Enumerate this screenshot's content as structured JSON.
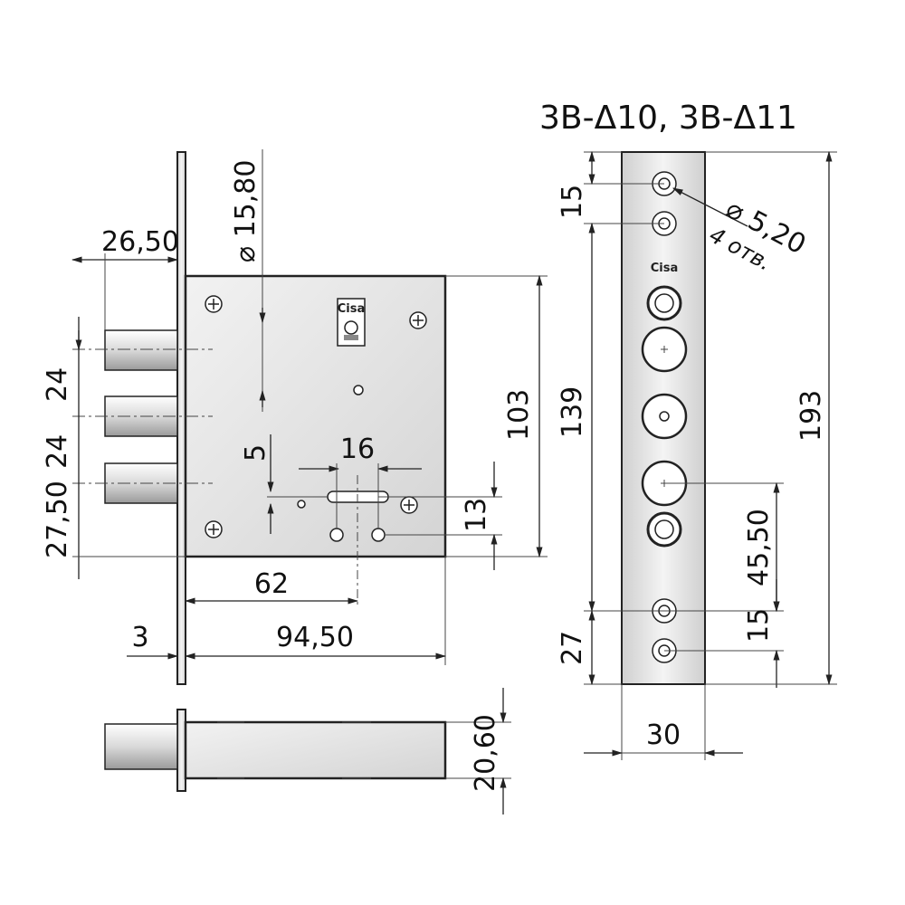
{
  "title": "3B-Δ10, 3B-Δ11",
  "note": "4 отв.",
  "brand": "Cisa",
  "dimensions": {
    "bolt_offset": "26,50",
    "cylinder_dia": "⌀ 15,80",
    "bolt_spacing_1": "24",
    "bolt_spacing_2": "24",
    "bottom_offset": "27,50",
    "latch_height": "5",
    "latch_width": "16",
    "body_height": "103",
    "hole_offset": "13",
    "backset": "62",
    "plate_thickness": "3",
    "body_width": "94,50",
    "body_depth": "20,60",
    "plate_hole_spacing_top": "15",
    "plate_hole_dia": "⌀ 5,20",
    "plate_span": "139",
    "plate_lower_spacing": "45,50",
    "plate_hole_spacing_bottom": "15",
    "plate_bottom_offset": "27",
    "plate_length": "193",
    "plate_width": "30"
  }
}
